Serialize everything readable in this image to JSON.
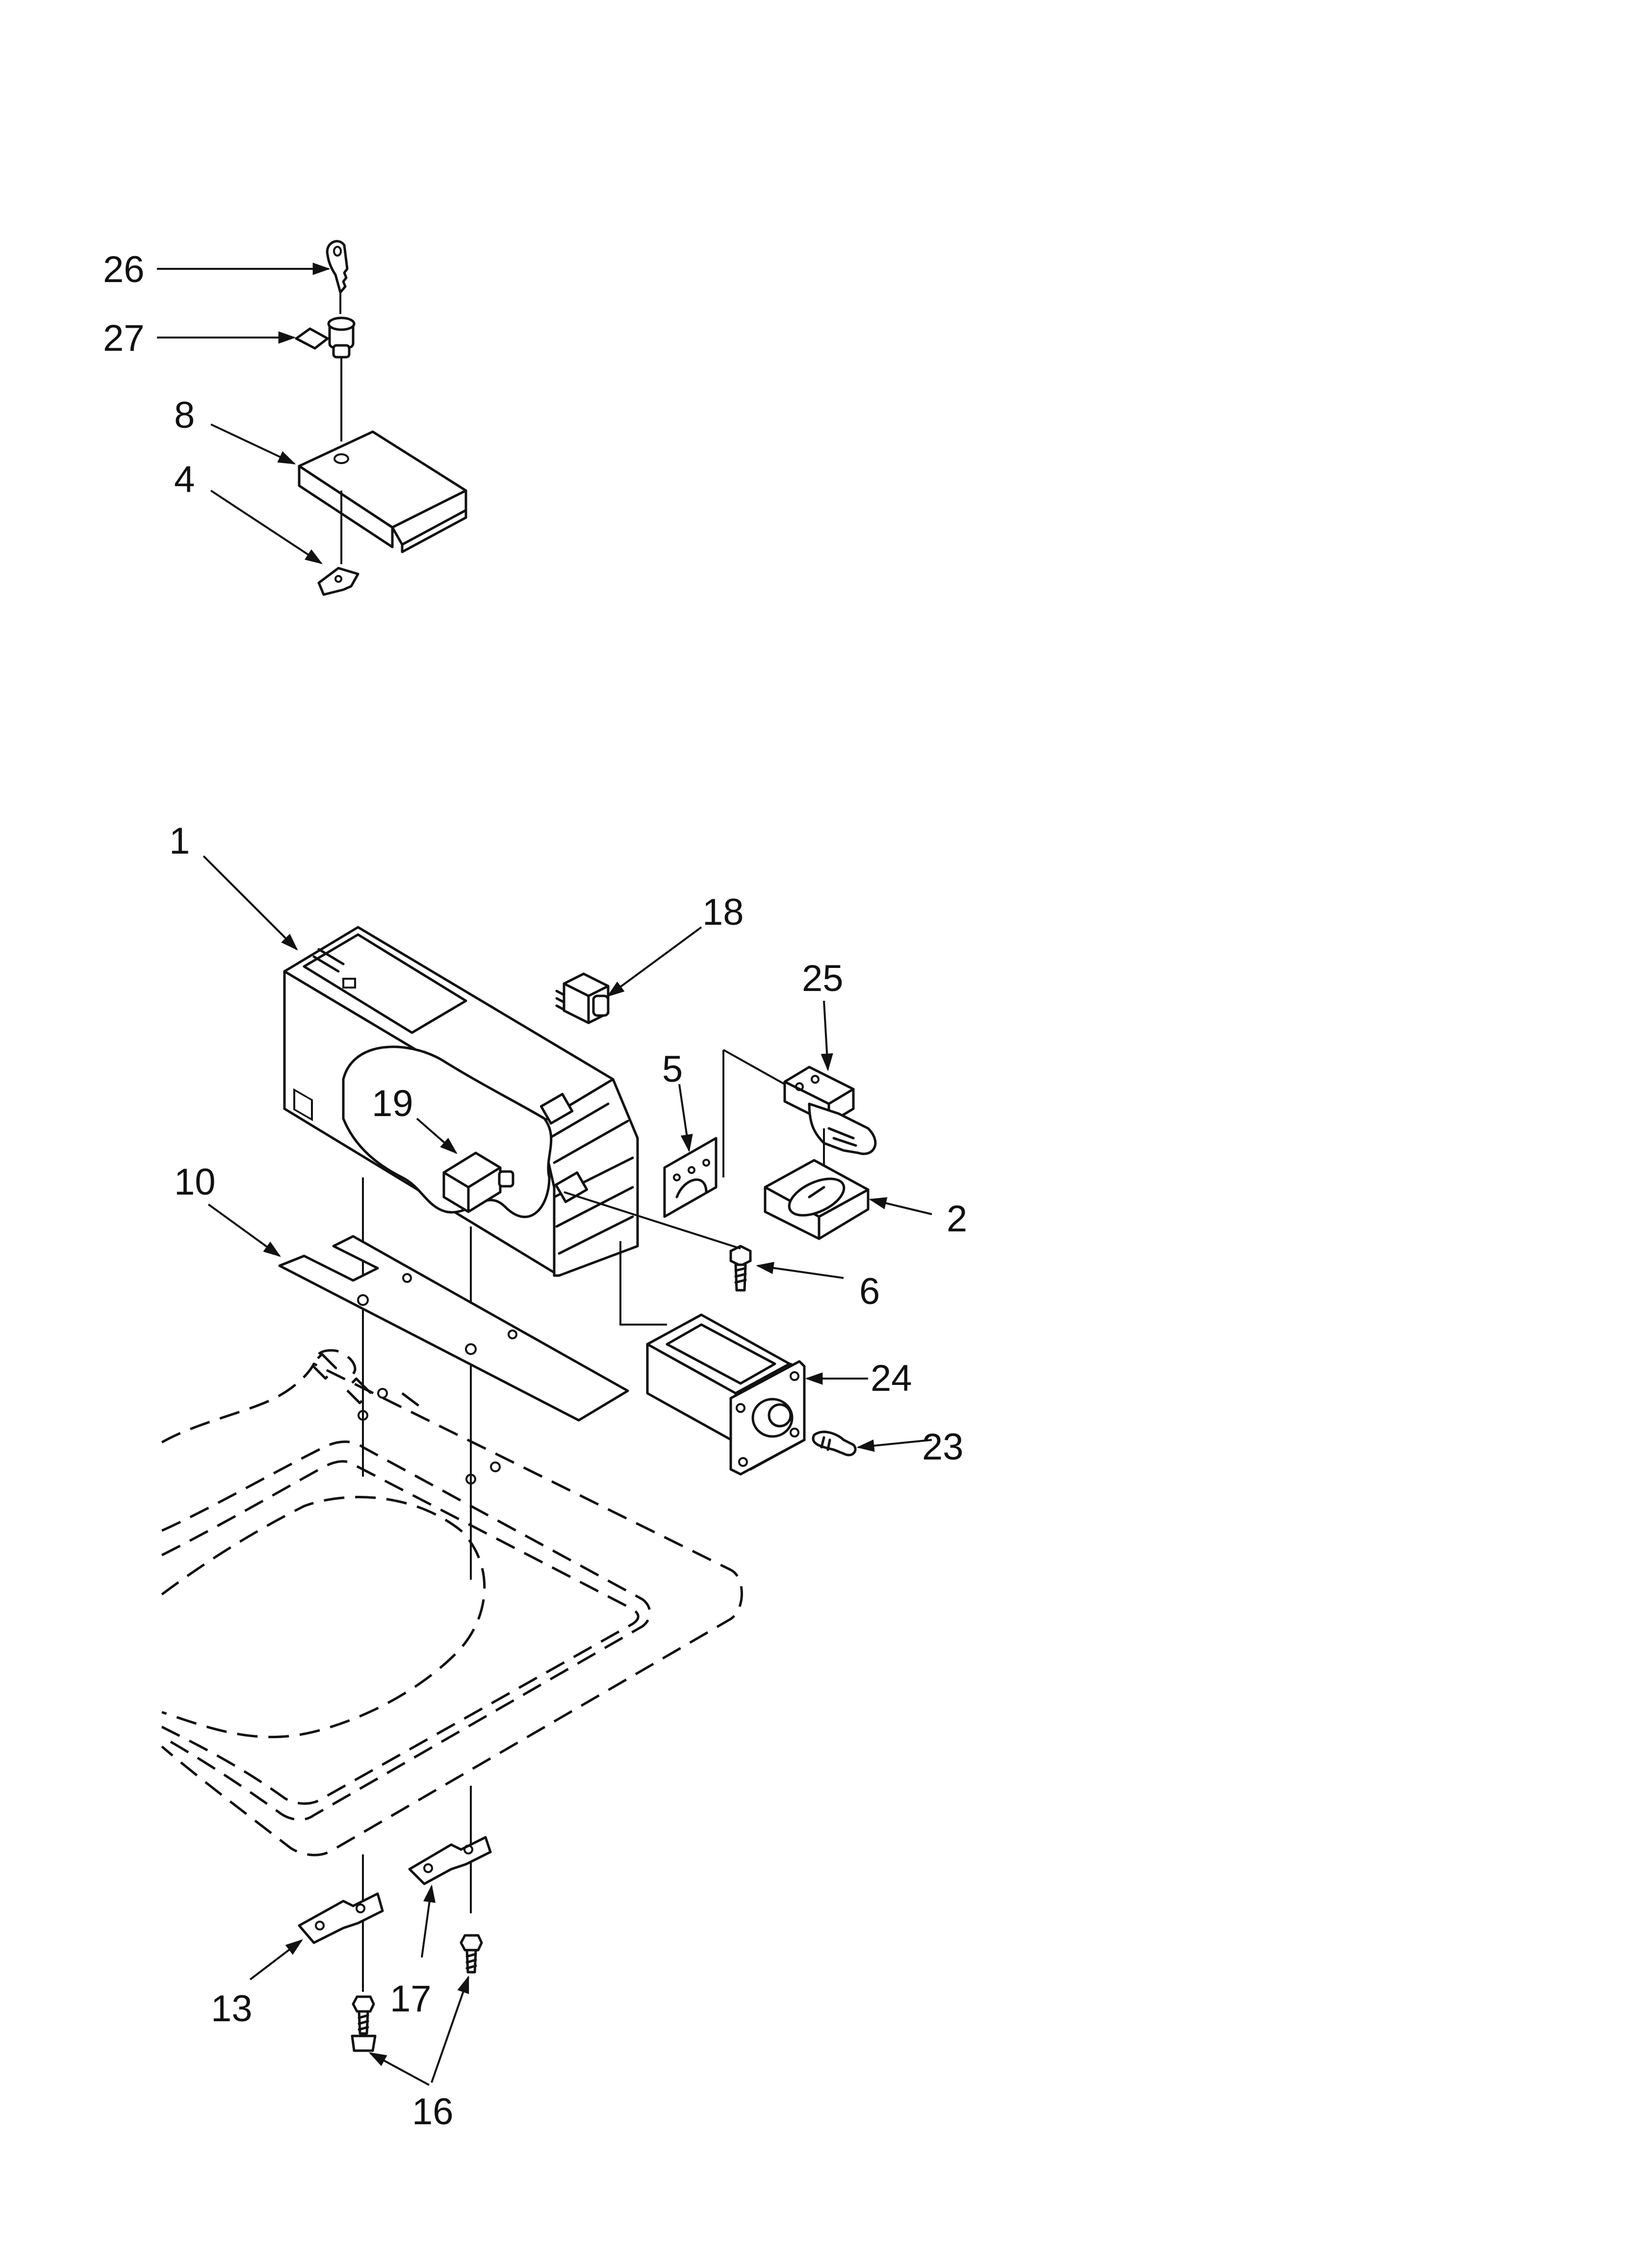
{
  "diagram": {
    "callouts": [
      "26",
      "27",
      "8",
      "4",
      "1",
      "18",
      "25",
      "5",
      "19",
      "10",
      "2",
      "6",
      "24",
      "23",
      "13",
      "17",
      "16"
    ]
  }
}
